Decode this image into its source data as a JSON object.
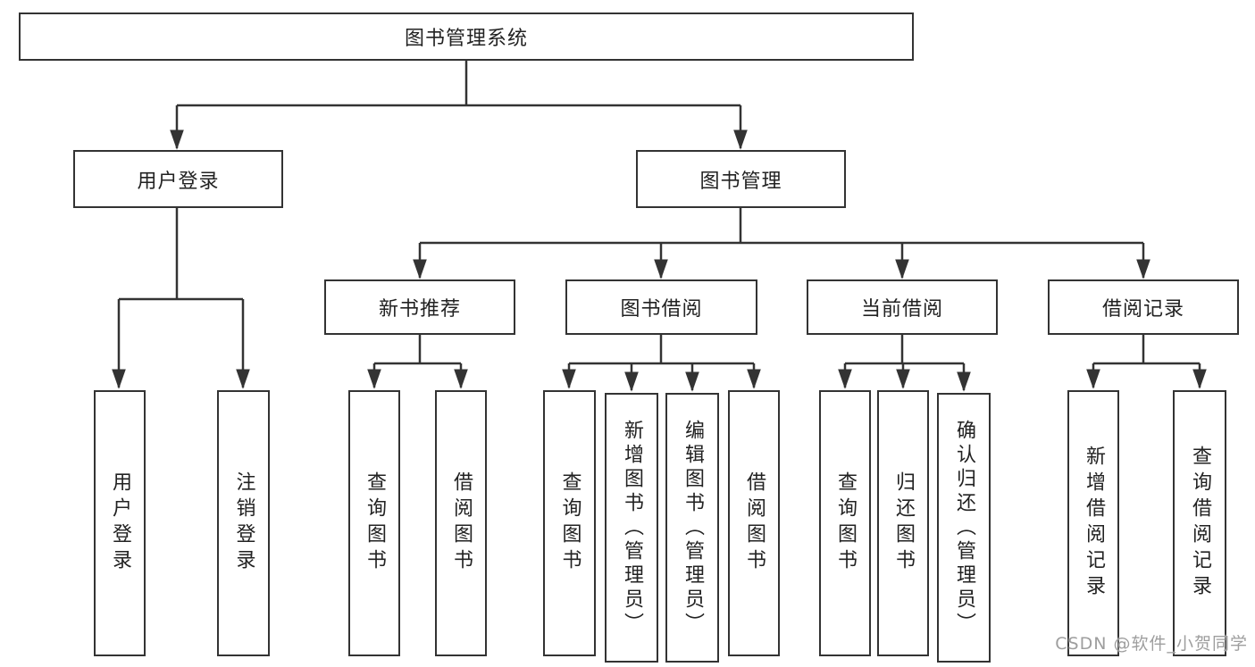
{
  "diagram": {
    "root": "图书管理系统",
    "branches": [
      {
        "label": "用户登录",
        "children": [
          {
            "label": "用户登录"
          },
          {
            "label": "注销登录"
          }
        ]
      },
      {
        "label": "图书管理",
        "children": [
          {
            "label": "新书推荐",
            "children": [
              {
                "label": "查询图书"
              },
              {
                "label": "借阅图书"
              }
            ]
          },
          {
            "label": "图书借阅",
            "children": [
              {
                "label": "查询图书"
              },
              {
                "label": "新增图书（管理员）"
              },
              {
                "label": "编辑图书（管理员）"
              },
              {
                "label": "借阅图书"
              }
            ]
          },
          {
            "label": "当前借阅",
            "children": [
              {
                "label": "查询图书"
              },
              {
                "label": "归还图书"
              },
              {
                "label": "确认归还（管理员）"
              }
            ]
          },
          {
            "label": "借阅记录",
            "children": [
              {
                "label": "新增借阅记录"
              },
              {
                "label": "查询借阅记录"
              }
            ]
          }
        ]
      }
    ]
  },
  "watermark": "CSDN @软件_小贺同学",
  "colors": {
    "line": "#333333",
    "box_border": "#333333",
    "box_background": "#ffffff",
    "text": "#222222",
    "watermark": "#9e9e9e",
    "page_background": "#ffffff"
  }
}
